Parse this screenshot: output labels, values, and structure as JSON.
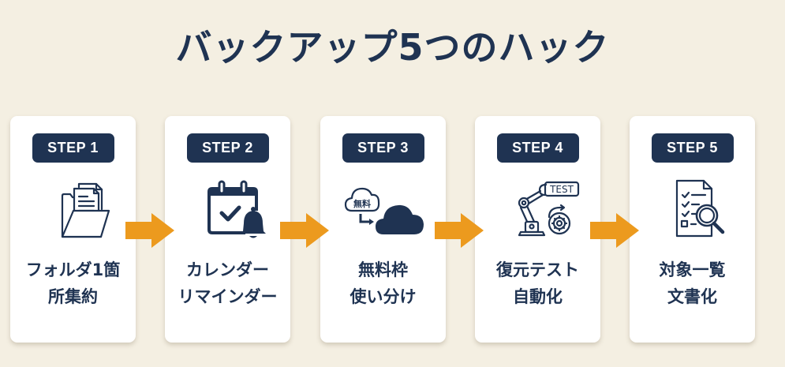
{
  "title": "バックアップ5つのハック",
  "colors": {
    "background": "#f4efe2",
    "navy": "#1f3352",
    "arrow": "#ec9a1e",
    "card": "#ffffff"
  },
  "steps": [
    {
      "badge": "STEP 1",
      "icon": "folder-documents-icon",
      "label_lines": [
        "フォルダ1箇",
        "所集約"
      ]
    },
    {
      "badge": "STEP 2",
      "icon": "calendar-bell-icon",
      "label_lines": [
        "カレンダー",
        "リマインダー"
      ]
    },
    {
      "badge": "STEP 3",
      "icon": "cloud-transfer-icon",
      "icon_text": "無料",
      "label_lines": [
        "無料枠",
        "使い分け"
      ]
    },
    {
      "badge": "STEP 4",
      "icon": "robot-arm-test-icon",
      "icon_text": "TEST",
      "label_lines": [
        "復元テスト",
        "自動化"
      ]
    },
    {
      "badge": "STEP 5",
      "icon": "checklist-magnifier-icon",
      "label_lines": [
        "対象一覧",
        "文書化"
      ]
    }
  ],
  "arrows": [
    "arrow-right-icon",
    "arrow-right-icon",
    "arrow-right-icon",
    "arrow-right-icon"
  ]
}
